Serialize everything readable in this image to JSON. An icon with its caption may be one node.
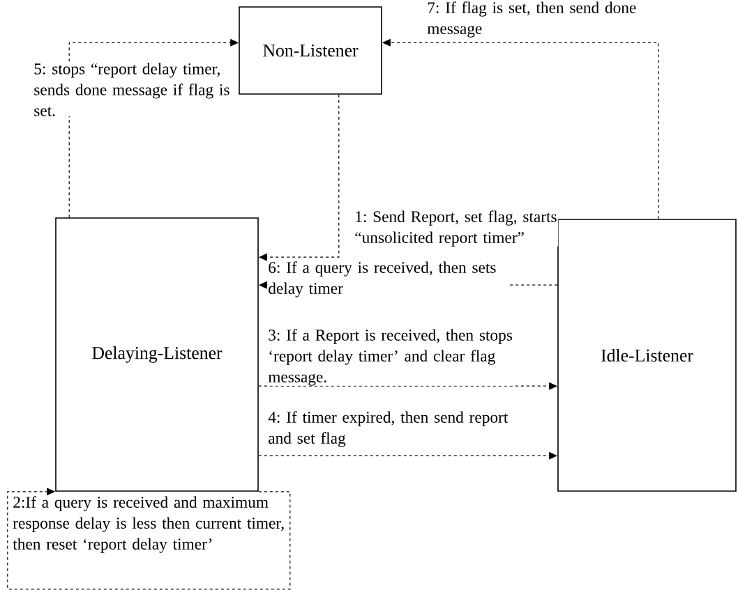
{
  "diagram": {
    "nodes": [
      {
        "text": [
          "Non-Listener"
        ]
      },
      {
        "text": [
          "Delaying-Listener"
        ]
      },
      {
        "text": [
          "Idle-Listener"
        ]
      }
    ],
    "edges": [
      {
        "from": 1,
        "to": 0,
        "arrow": "to",
        "style": "dashed",
        "label": "5: stops “report delay timer, sends done message if flag is set."
      },
      {
        "from": 0,
        "to": 1,
        "arrow": "to",
        "style": "dashed",
        "label": "1: Send Report, set flag, starts “unsolicited report timer”"
      },
      {
        "from": 2,
        "to": 0,
        "arrow": "to",
        "style": "dashed",
        "label": "7: If flag is set, then send done message"
      },
      {
        "from": 2,
        "to": 1,
        "arrow": "to",
        "style": "dashed",
        "label": "6: If a query is received, then sets delay timer"
      },
      {
        "from": 1,
        "to": 2,
        "arrow": "to",
        "style": "dashed",
        "label": "3: If a Report is received, then stops ‘report delay timer’ and clear flag message."
      },
      {
        "from": 1,
        "to": 2,
        "arrow": "to",
        "style": "dashed",
        "label": "4: If timer expired, then send report and set flag"
      },
      {
        "from": 1,
        "to": 1,
        "arrow": "to",
        "style": "dashed",
        "label": "2:If a query is received and maximum response delay is less then current timer, then reset ‘report delay timer’"
      }
    ]
  }
}
